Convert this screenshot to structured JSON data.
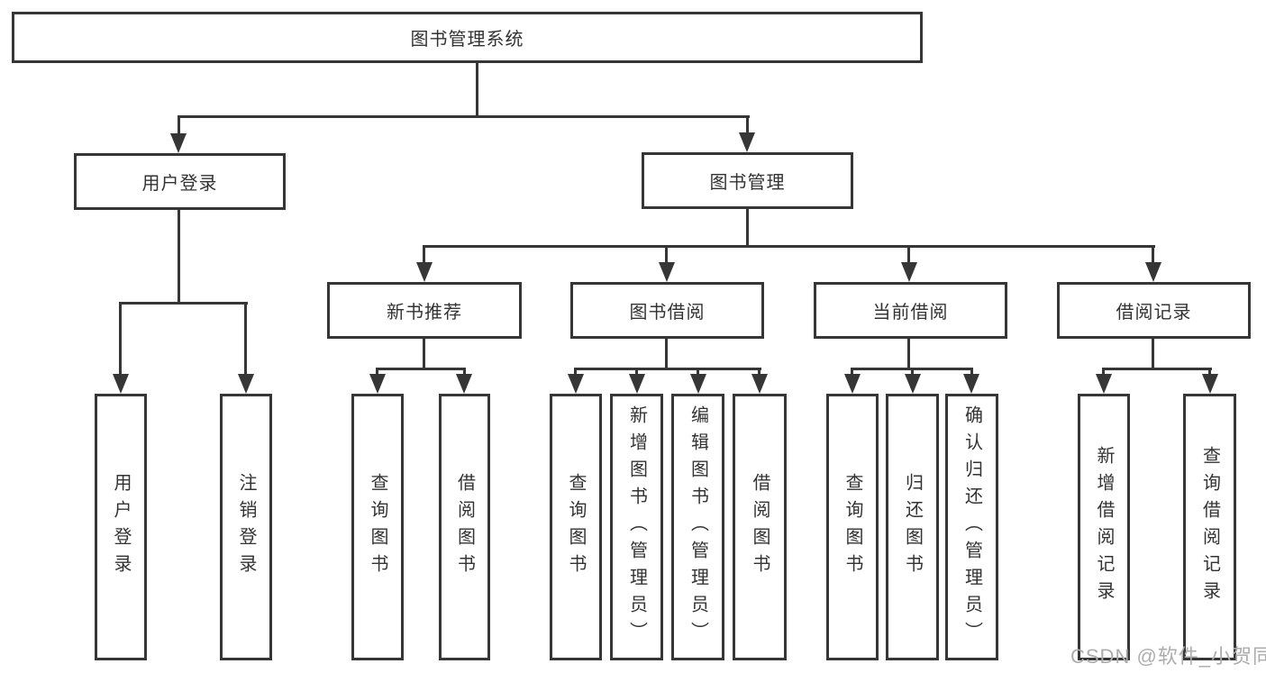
{
  "watermark": "CSDN @软件_小贺同学",
  "colors": {
    "line": "#363636",
    "text": "#333333",
    "watermark_color": "#adadad"
  },
  "tree": {
    "root": {
      "label": "图书管理系统"
    },
    "user_login": {
      "label": "用户登录",
      "children": [
        {
          "label": "用户登录"
        },
        {
          "label": "注销登录"
        }
      ]
    },
    "book_mgmt": {
      "label": "图书管理",
      "children": [
        {
          "label": "新书推荐",
          "children": [
            {
              "label": "查询图书"
            },
            {
              "label": "借阅图书"
            }
          ]
        },
        {
          "label": "图书借阅",
          "children": [
            {
              "label": "查询图书"
            },
            {
              "label": "新增图书（管理员）"
            },
            {
              "label": "编辑图书（管理员）"
            },
            {
              "label": "借阅图书"
            }
          ]
        },
        {
          "label": "当前借阅",
          "children": [
            {
              "label": "查询图书"
            },
            {
              "label": "归还图书"
            },
            {
              "label": "确认归还（管理员）"
            }
          ]
        },
        {
          "label": "借阅记录",
          "children": [
            {
              "label": "新增借阅记录"
            },
            {
              "label": "查询借阅记录"
            }
          ]
        }
      ]
    }
  }
}
